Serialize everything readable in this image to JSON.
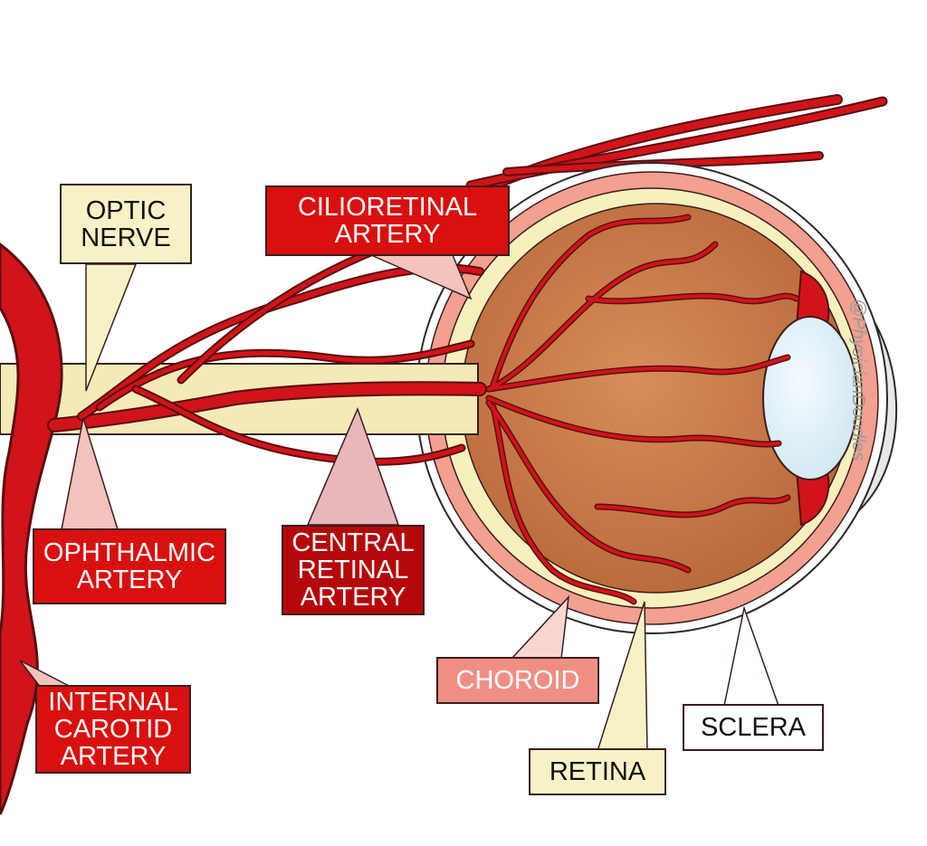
{
  "labels": {
    "optic_nerve": [
      "OPTIC",
      "NERVE"
    ],
    "cilioretinal_artery": [
      "CILIORETINAL",
      "ARTERY"
    ],
    "ophthalmic_artery": [
      "OPHTHALMIC",
      "ARTERY"
    ],
    "central_retinal_artery": [
      "CENTRAL",
      "RETINAL",
      "ARTERY"
    ],
    "internal_carotid_artery": [
      "INTERNAL",
      "CAROTID",
      "ARTERY"
    ],
    "choroid": [
      "CHOROID"
    ],
    "sclera": [
      "SCLERA"
    ],
    "retina": [
      "RETINA"
    ]
  },
  "watermark": "@PhysicianDoodles",
  "colors": {
    "artery": "#d0141a",
    "artery_outline": "#5a0f10",
    "optic_nerve": "#f3eab8",
    "retina": "#f6efbe",
    "choroid": "#f2a090",
    "globe_interior": "#c97d4a",
    "lens": "#e4f2f8",
    "cornea": "#e6e8ea"
  }
}
